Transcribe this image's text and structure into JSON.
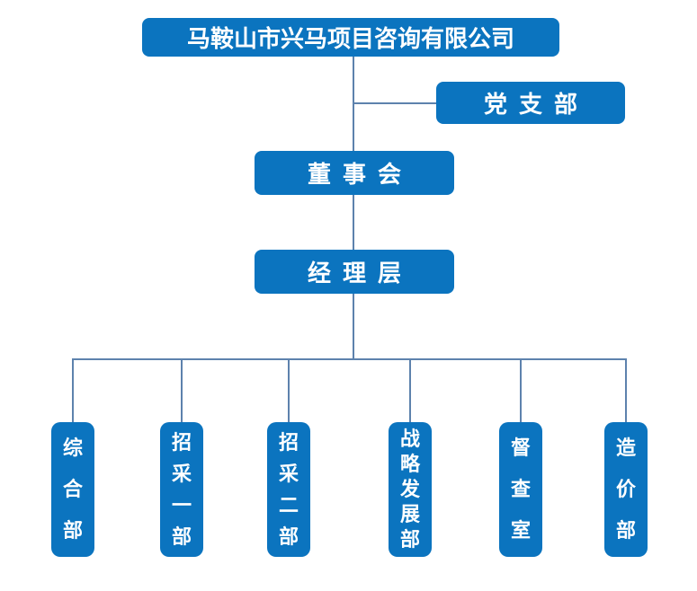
{
  "colors": {
    "box_fill": "#0b74bf",
    "box_text": "#ffffff",
    "connector_line": "#5d82ad",
    "background": "#ffffff"
  },
  "org_chart": {
    "company": {
      "label": "马鞍山市兴马项目咨询有限公司"
    },
    "party_branch": {
      "label": "党支部"
    },
    "board": {
      "label": "董事会"
    },
    "management": {
      "label": "经理层"
    },
    "departments": [
      {
        "label": "综合部"
      },
      {
        "label": "招采一部"
      },
      {
        "label": "招采二部"
      },
      {
        "label": "战略发展部"
      },
      {
        "label": "督查室"
      },
      {
        "label": "造价部"
      }
    ]
  }
}
